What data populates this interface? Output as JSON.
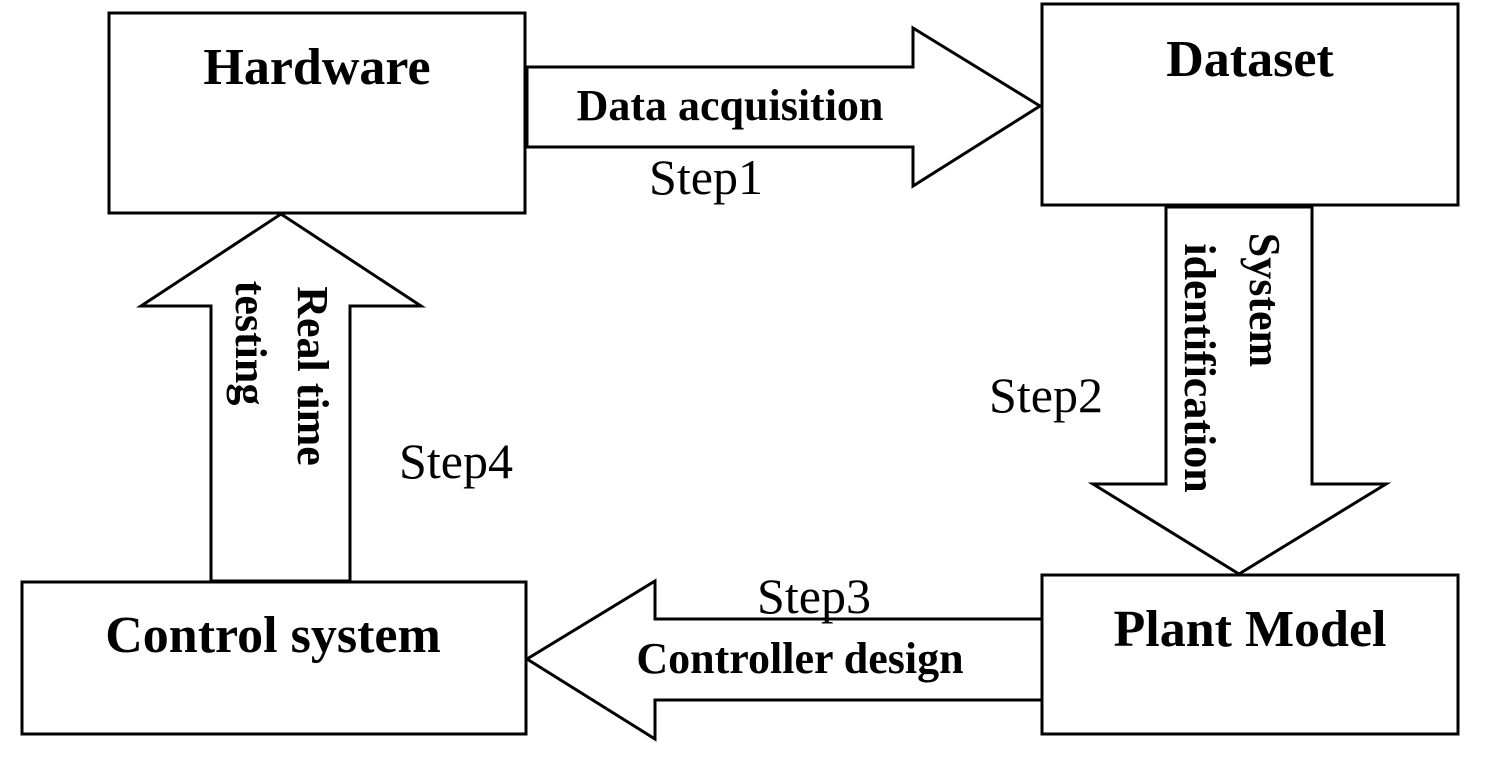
{
  "boxes": {
    "hardware": "Hardware",
    "dataset": "Dataset",
    "plant_model": "Plant Model",
    "control_system": "Control system"
  },
  "arrows": {
    "data_acquisition": {
      "label": "Data acquisition",
      "step": "Step1"
    },
    "system_identification": {
      "label_line1": "System",
      "label_line2": "identification",
      "step": "Step2"
    },
    "controller_design": {
      "label": "Controller design",
      "step": "Step3"
    },
    "real_time_testing": {
      "label_line1": "Real time",
      "label_line2": "testing",
      "step": "Step4"
    }
  },
  "colors": {
    "stroke": "#000000",
    "fill": "#ffffff",
    "text": "#000000"
  }
}
